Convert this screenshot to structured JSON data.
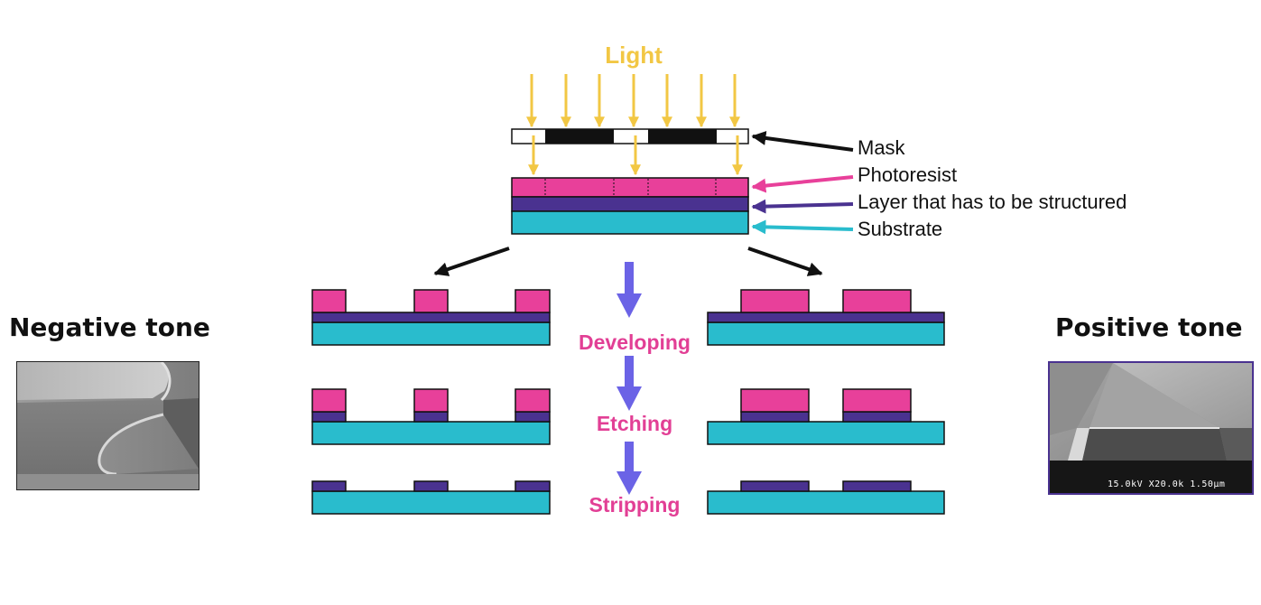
{
  "light_label": "Light",
  "legend": {
    "mask": "Mask",
    "photoresist": "Photoresist",
    "layer": "Layer that has to be structured",
    "substrate": "Substrate"
  },
  "steps": {
    "developing": "Developing",
    "etching": "Etching",
    "stripping": "Stripping"
  },
  "tones": {
    "negative": "Negative tone",
    "positive": "Positive tone"
  },
  "sem_caption": "15.0kV X20.0k 1.50µm",
  "colors": {
    "light": "#f2c744",
    "photoresist": "#e8409a",
    "layer": "#4a3290",
    "substrate": "#29bccd",
    "step_arrow": "#6b63e6",
    "step_text": "#e23f95"
  }
}
